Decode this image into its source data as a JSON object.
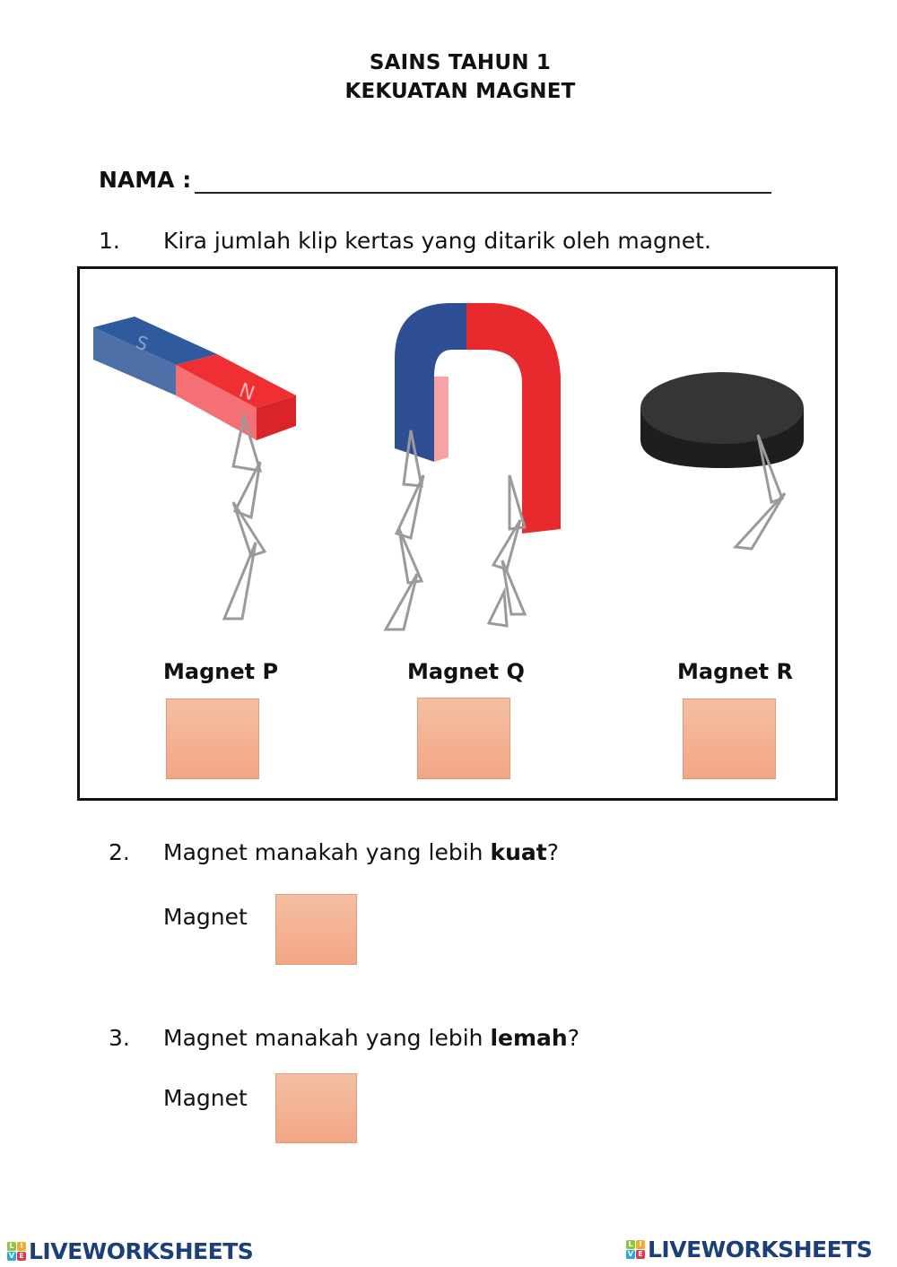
{
  "header": {
    "title_line1": "SAINS TAHUN 1",
    "title_line2": "KEKUATAN MAGNET"
  },
  "name_field": {
    "label": "NAMA :",
    "value": ""
  },
  "questions": [
    {
      "number": "1.",
      "text": "Kira jumlah klip kertas yang ditarik oleh magnet.",
      "magnets": [
        {
          "label": "Magnet P",
          "type": "bar magnet",
          "answer": ""
        },
        {
          "label": "Magnet Q",
          "type": "horseshoe magnet",
          "answer": ""
        },
        {
          "label": "Magnet R",
          "type": "disc magnet",
          "answer": ""
        }
      ]
    },
    {
      "number": "2.",
      "text_before": "Magnet manakah yang lebih ",
      "text_bold": "kuat",
      "text_after": "?",
      "answer_prefix": "Magnet",
      "answer": ""
    },
    {
      "number": "3.",
      "text_before": "Magnet manakah yang lebih ",
      "text_bold": "lemah",
      "text_after": "?",
      "answer_prefix": "Magnet",
      "answer": ""
    }
  ],
  "footer": {
    "logo_left": "LIVEWORKSHEETS",
    "logo_right": "LIVEWORKSHEETS",
    "logo_blocks": [
      "L",
      "I",
      "V",
      "E"
    ]
  },
  "colors": {
    "answer_box_top": "#f5bfa3",
    "answer_box_bottom": "#f2a684",
    "logo_text": "#1d3f78",
    "magnet_red": "#e8262a",
    "magnet_blue": "#2d4f8e",
    "magnet_black": "#2b2b2b"
  }
}
